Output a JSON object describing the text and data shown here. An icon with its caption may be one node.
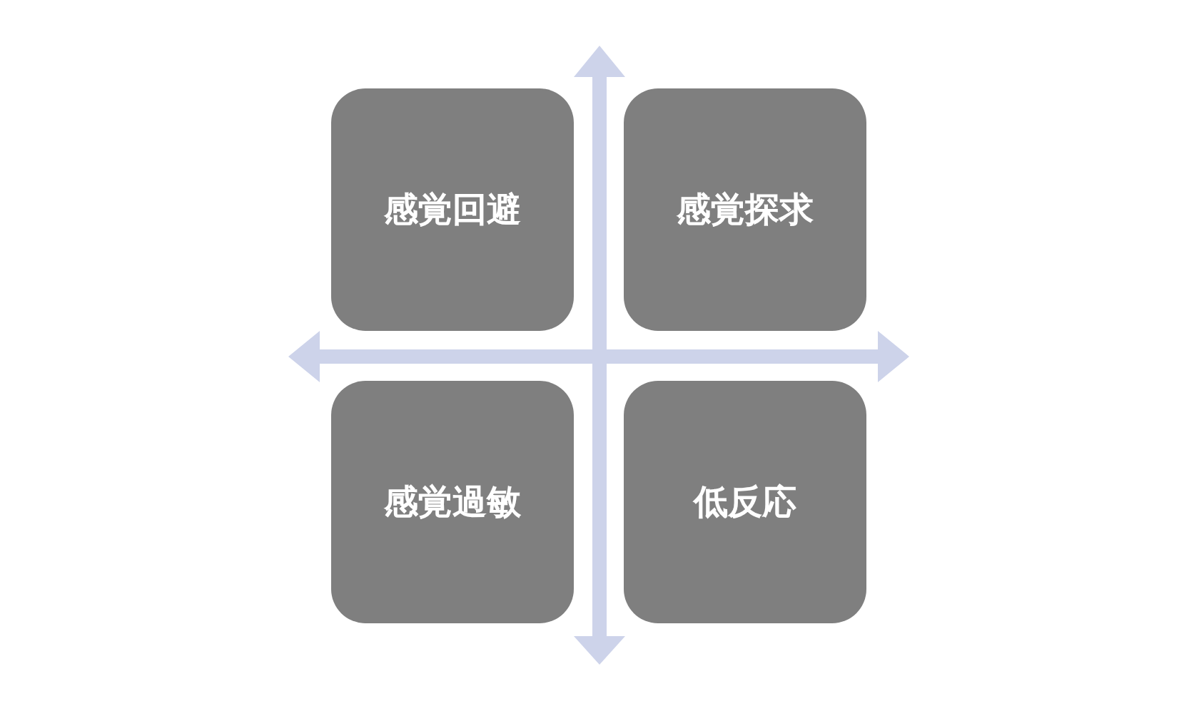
{
  "diagram": {
    "nodes": [
      {
        "text": [
          "感覚回避"
        ]
      },
      {
        "text": [
          "感覚探求"
        ]
      },
      {
        "text": [
          "感覚過敏"
        ]
      },
      {
        "text": [
          "低反応"
        ]
      }
    ]
  }
}
